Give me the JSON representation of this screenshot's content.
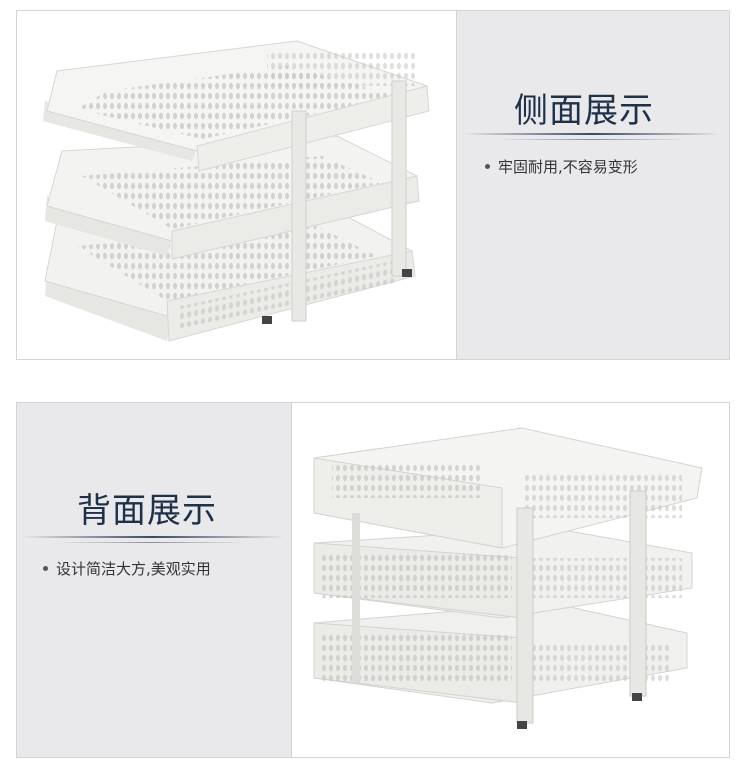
{
  "section_side": {
    "heading": "侧面展示",
    "bullet": "牢固耐用,不容易变形"
  },
  "section_back": {
    "heading": "背面展示",
    "bullet": "设计简洁大方,美观实用"
  },
  "colors": {
    "heading": "#1f3049",
    "panel_gray": "#e9e9ec",
    "tray": "#f4f4f2"
  },
  "icons": [
    "bullet-dot-icon"
  ]
}
